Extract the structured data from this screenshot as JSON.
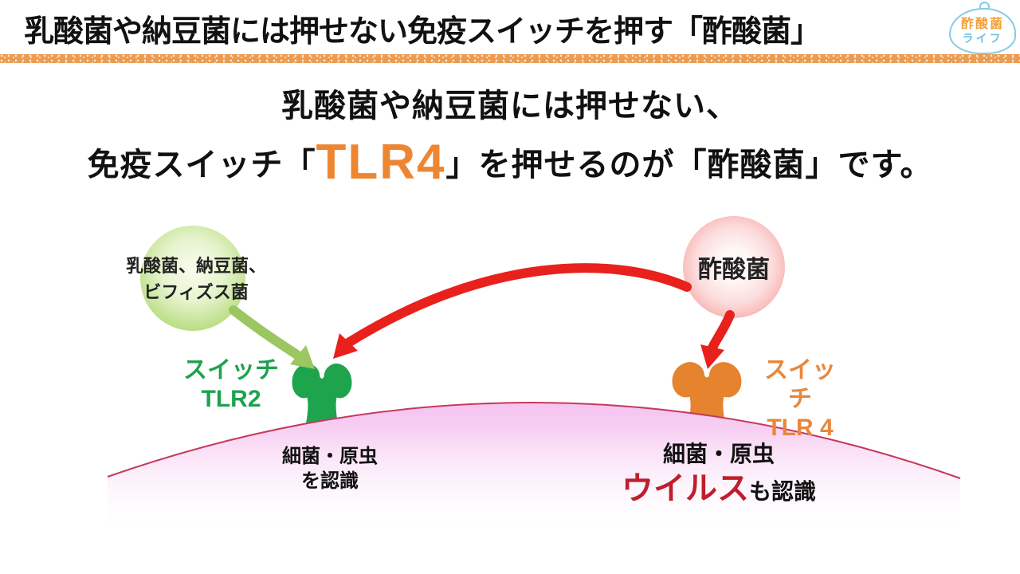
{
  "slide": {
    "title": "乳酸菌や納豆菌には押せない免疫スイッチを押す「酢酸菌」",
    "logo": {
      "text_top": "酢酸菌",
      "text_bottom": "ライフ"
    },
    "heading": {
      "line1": "乳酸菌や納豆菌には押せない、",
      "line2_pre": "免疫スイッチ「",
      "line2_tlr4": "TLR4",
      "line2_post": "」を押せるのが「酢酸菌」です。"
    },
    "diagram": {
      "green_circle_label_line1": "乳酸菌、納豆菌、",
      "green_circle_label_line2": "ビフィズス菌",
      "red_circle_label": "酢酸菌",
      "tlr2_label_line1": "スイッチ",
      "tlr2_label_line2": "TLR2",
      "tlr4_label_line1": "スイッチ",
      "tlr4_label_line2": "TLR 4",
      "tlr2_caption_line1": "細菌・原虫",
      "tlr2_caption_line2": "を認識",
      "tlr4_caption_line1": "細菌・原虫",
      "tlr4_caption_virus": "ウイルス",
      "tlr4_caption_rest": "も認識"
    },
    "colors": {
      "accent_orange": "#ED8633",
      "band_orange": "#EC9B50",
      "tlr2_green": "#1FA24E",
      "tlr4_orange": "#E8873C",
      "receptor_green": "#1EA44D",
      "receptor_orange": "#E5832F",
      "arrow_green": "#9CC662",
      "arrow_red": "#E8211D",
      "virus_red": "#BF1E2C",
      "membrane_line": "#C43A5C",
      "membrane_pink": "#F4BCEE",
      "logo_blue": "#85CBE5",
      "logo_orange": "#F0A23E"
    }
  }
}
